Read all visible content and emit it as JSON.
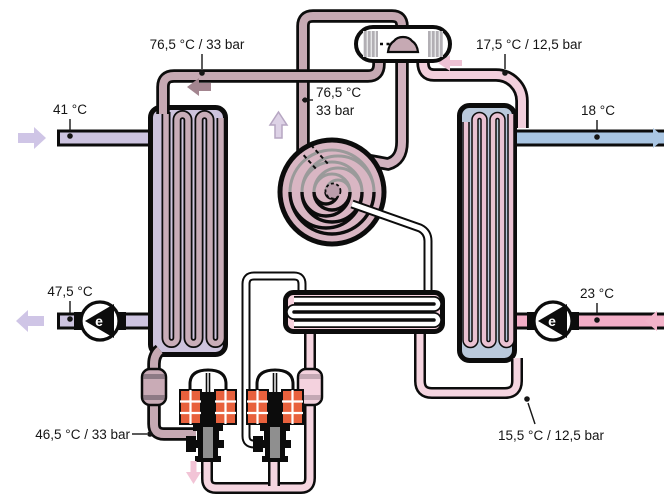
{
  "diagram": {
    "type": "heat-pump refrigerant circuit schematic",
    "labels": {
      "discharge_line": "76,5 °C / 33 bar",
      "suction_line": "17,5 °C / 12,5 bar",
      "heating_return": "41 °C",
      "heating_supply": "47,5 °C",
      "source_in": "18 °C",
      "source_out": "23 °C",
      "compressor_temp": "76,5 °C",
      "compressor_pressure": "33 bar",
      "liquid_line": "46,5 °C / 33 bar",
      "evaporator_inlet": "15,5 °C / 12,5 bar"
    },
    "pumps": {
      "left_letter": "e",
      "right_letter": "e"
    },
    "components": [
      "condenser-heat-exchanger",
      "evaporator-heat-exchanger",
      "economizer-heat-exchanger",
      "scroll-compressor",
      "compressor-motor-shell",
      "expansion-valve-left",
      "expansion-valve-right",
      "filter-drier-left",
      "filter-drier-right",
      "circulation-pump-left",
      "circulation-pump-right"
    ],
    "arrows": {
      "heating_return_in": {
        "direction": "right",
        "color": "#cfc5e6"
      },
      "heating_supply_out": {
        "direction": "left",
        "color": "#cfc5e6"
      },
      "discharge_flow": {
        "direction": "left",
        "color": "#a3858f"
      },
      "suction_flow": {
        "direction": "left",
        "color": "#eec2d4"
      },
      "compressor_up_flow": {
        "direction": "up",
        "color": "#ddd2e6"
      },
      "expansion_down_flow": {
        "direction": "down",
        "color": "#f2c4d6"
      },
      "source_in_flow": {
        "direction": "right",
        "color": "#a9c5e2"
      },
      "source_out_flow": {
        "direction": "left",
        "color": "#f3b3c9"
      }
    },
    "colors": {
      "hot_gas": "#c6a9b3",
      "suction_gas": "#f2cfdc",
      "liquid_low": "#f5d5e0",
      "heating_water": "#cdc4e0",
      "source_water_cold": "#a9c5e2",
      "source_water_warm": "#f3aec7",
      "condenser_fill": "#cdc3dd",
      "evaporator_fill": "#bac9db",
      "economizer_fill": "#f7d2de",
      "compressor_fill": "#d9b6c3",
      "valve_coil": "#e8613d"
    }
  }
}
